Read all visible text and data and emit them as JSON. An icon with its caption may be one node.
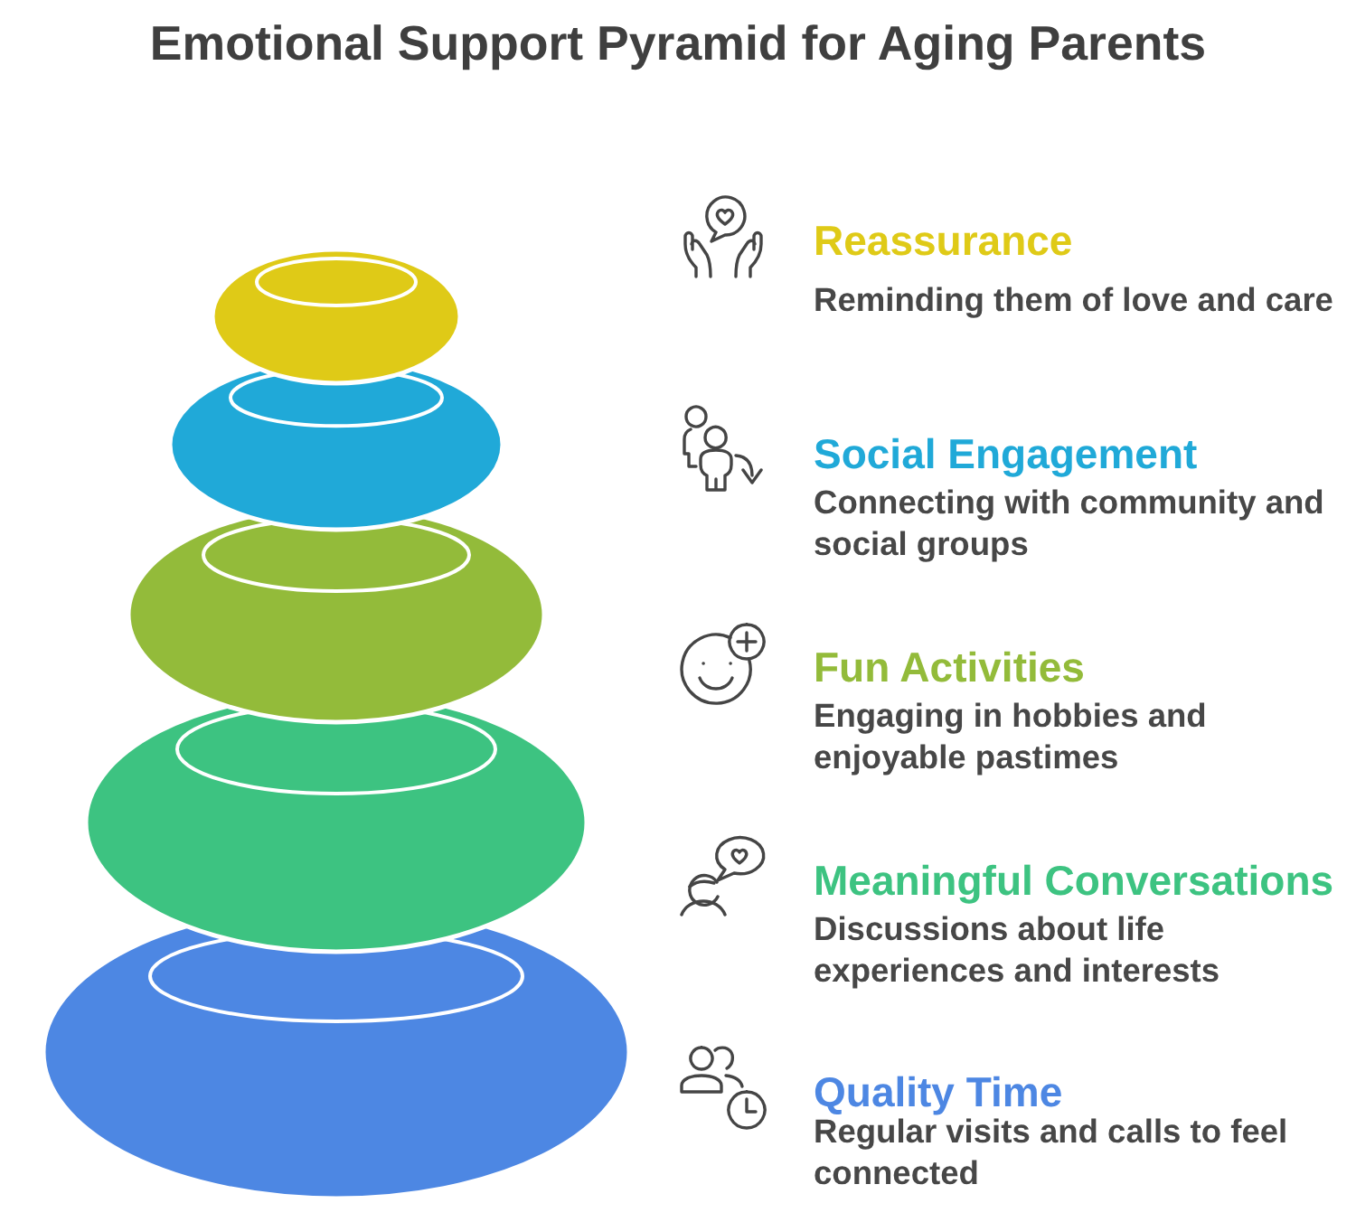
{
  "diagram": {
    "title": "Emotional Support Pyramid for Aging Parents",
    "labels": [
      "Reassurance",
      "Reminding them of love and care",
      "Social Engagement",
      "Connecting with community and social groups",
      "Fun Activities",
      "Engaging in hobbies and enjoyable pastimes",
      "Meaningful Conversations",
      "Discussions about life experiences and interests",
      "Quality Time",
      "Regular visits and calls to feel connected"
    ]
  }
}
